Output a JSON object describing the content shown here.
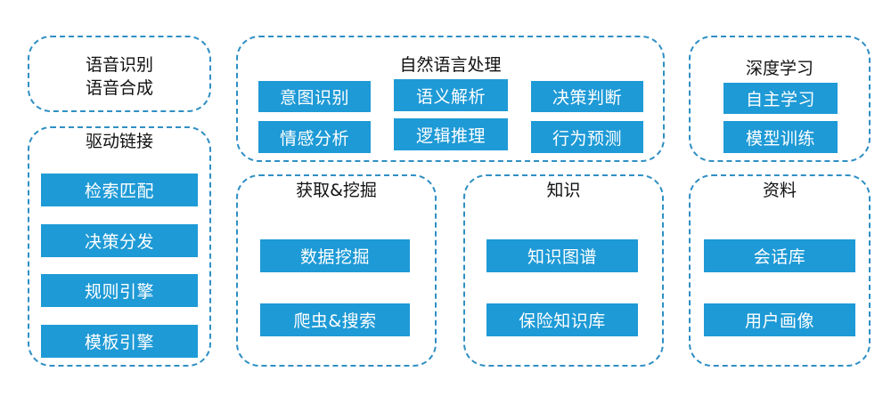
{
  "speech": {
    "lines": [
      "语音识别",
      "语音合成"
    ]
  },
  "nlp": {
    "title": "自然语言处理",
    "items": [
      "意图识别",
      "语义解析",
      "决策判断",
      "情感分析",
      "逻辑推理",
      "行为预测"
    ]
  },
  "deep_learning": {
    "title": "深度学习",
    "items": [
      "自主学习",
      "模型训练"
    ]
  },
  "driver": {
    "title": "驱动链接",
    "items": [
      "检索匹配",
      "决策分发",
      "规则引擎",
      "模板引擎"
    ]
  },
  "mining": {
    "title": "获取&挖掘",
    "items": [
      "数据挖掘",
      "爬虫&搜索"
    ]
  },
  "knowledge": {
    "title": "知识",
    "items": [
      "知识图谱",
      "保险知识库"
    ]
  },
  "materials": {
    "title": "资料",
    "items": [
      "会话库",
      "用户画像"
    ]
  },
  "colors": {
    "border": "#2f8fc4",
    "box_fill": "#1e9ad6",
    "box_text": "#ffffff"
  }
}
